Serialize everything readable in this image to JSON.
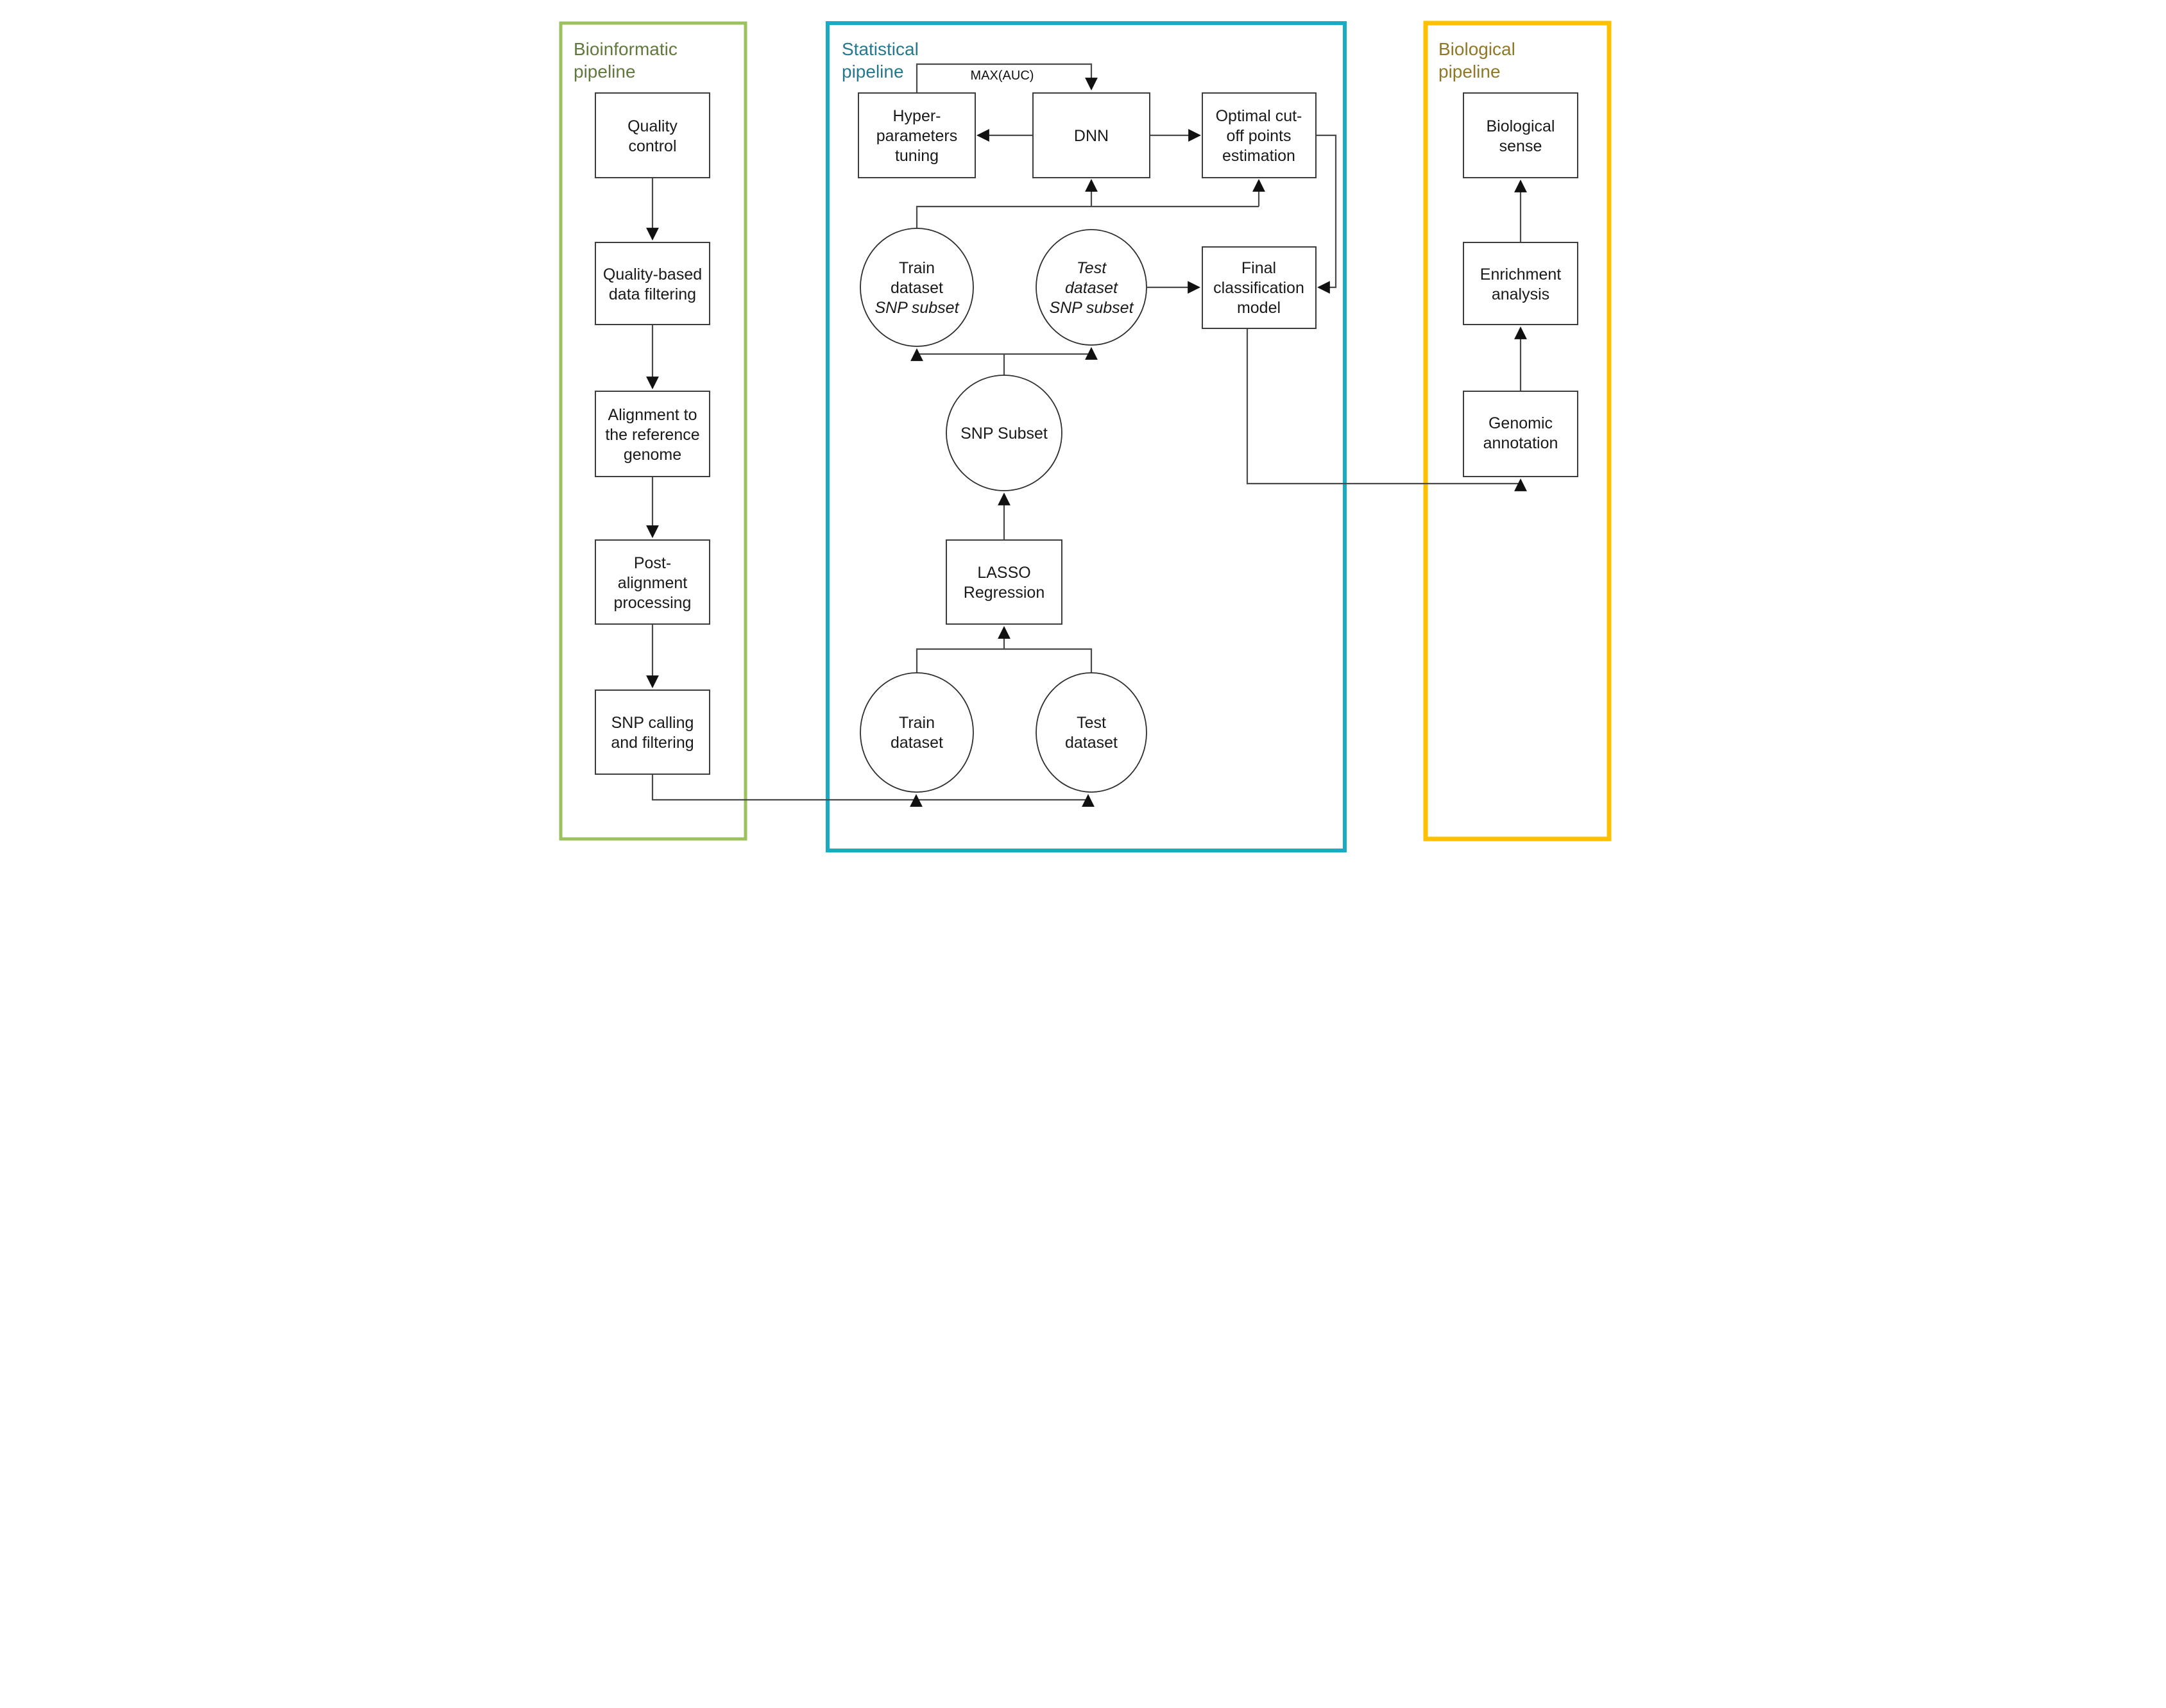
{
  "diagram": {
    "edge_labels": {
      "dnn_feedback": "MAX(AUC)"
    },
    "colors": {
      "bioinformatic_border": "#9CC25F",
      "bioinformatic_title": "#61793E",
      "statistical_border": "#1AABC4",
      "statistical_title": "#26798D",
      "biological_border": "#FFC000",
      "biological_title": "#8F7827"
    },
    "pipelines": {
      "bioinformatic": {
        "title_line1": "Bioinformatic",
        "title_line2": "pipeline",
        "nodes": {
          "quality_control": {
            "l1": "Quality",
            "l2": "control"
          },
          "quality_filtering": {
            "l1": "Quality-based",
            "l2": "data filtering"
          },
          "alignment": {
            "l1": "Alignment to",
            "l2": "the reference",
            "l3": "genome"
          },
          "post_alignment": {
            "l1": "Post-",
            "l2": "alignment",
            "l3": "processing"
          },
          "snp_calling": {
            "l1": "SNP calling",
            "l2": "and filtering"
          }
        }
      },
      "statistical": {
        "title_line1": "Statistical",
        "title_line2": "pipeline",
        "nodes": {
          "hyperparameters_tuning": {
            "l1": "Hyper-",
            "l2": "parameters",
            "l3": "tuning"
          },
          "dnn": {
            "l1": "DNN"
          },
          "optimal_cutoff": {
            "l1": "Optimal cut-",
            "l2": "off points",
            "l3": "estimation"
          },
          "train_snp_subset": {
            "l1": "Train",
            "l2": "dataset",
            "l3": "SNP subset"
          },
          "test_snp_subset": {
            "l1": "Test",
            "l2": "dataset",
            "l3": "SNP subset"
          },
          "final_model": {
            "l1": "Final",
            "l2": "classification",
            "l3": "model"
          },
          "snp_subset": {
            "l1": "SNP Subset"
          },
          "lasso": {
            "l1": "LASSO",
            "l2": "Regression"
          },
          "train_dataset": {
            "l1": "Train",
            "l2": "dataset"
          },
          "test_dataset": {
            "l1": "Test",
            "l2": "dataset"
          }
        }
      },
      "biological": {
        "title_line1": "Biological",
        "title_line2": "pipeline",
        "nodes": {
          "biological_sense": {
            "l1": "Biological",
            "l2": "sense"
          },
          "enrichment": {
            "l1": "Enrichment",
            "l2": "analysis"
          },
          "genomic_annotation": {
            "l1": "Genomic",
            "l2": "annotation"
          }
        }
      }
    }
  }
}
